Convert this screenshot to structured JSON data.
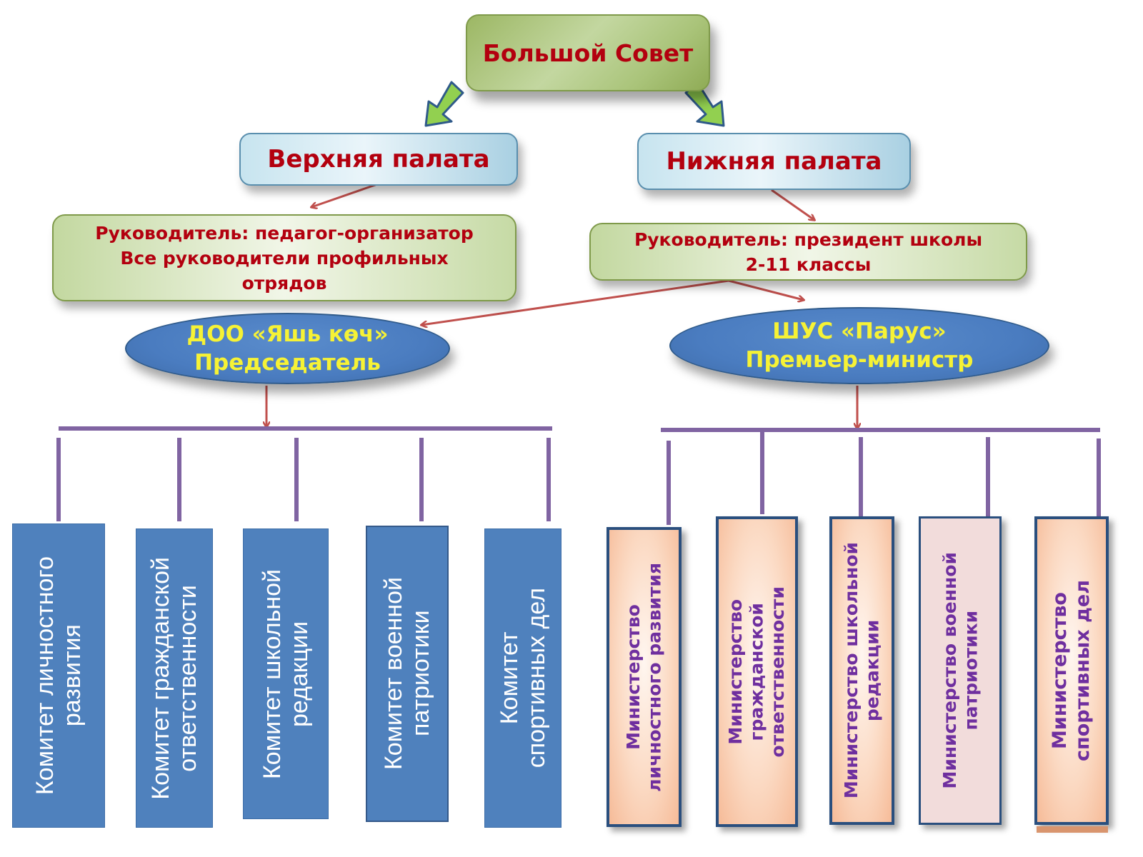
{
  "diagram": {
    "top": {
      "label": "Большой Совет"
    },
    "chambers": {
      "upper": {
        "label": "Верхняя палата"
      },
      "lower": {
        "label": "Нижняя палата"
      }
    },
    "leaders": {
      "upper": {
        "lines": [
          "Руководитель:  педагог-организатор",
          "Все руководители профильных",
          "отрядов"
        ]
      },
      "lower": {
        "lines": [
          "Руководитель: президент школы",
          "2-11 классы"
        ]
      }
    },
    "organizations": {
      "left": {
        "name": "ДОО «Яшь көч»",
        "role": "Председатель"
      },
      "right": {
        "name": "ШУС «Парус»",
        "role": "Премьер-министр"
      }
    },
    "committees": [
      {
        "label": "Комитет личностного\nразвития"
      },
      {
        "label": "Комитет гражданской\nответственности"
      },
      {
        "label": "Комитет школьной\nредакции"
      },
      {
        "label": "Комитет  военной\nпатриотики"
      },
      {
        "label": "Комитет\nспортивных дел"
      }
    ],
    "ministries": [
      {
        "label": "Министерство\nличностного  развития"
      },
      {
        "label": "Министерство\nгражданской\nответственности"
      },
      {
        "label": "Министерство  школьной\nредакции"
      },
      {
        "label": "Министерство  военной\nпатриотики"
      },
      {
        "label": "Министерство\nспортивных дел"
      }
    ],
    "colors": {
      "title_text": "#b3000f",
      "org_text": "#f6f235",
      "connector_purple": "#8064a2",
      "arrow_red": "#c0504d",
      "big_arrow_green": "#92d050",
      "committee_fill": "#4f81bd",
      "ministry_text": "#6f2f9f"
    }
  }
}
